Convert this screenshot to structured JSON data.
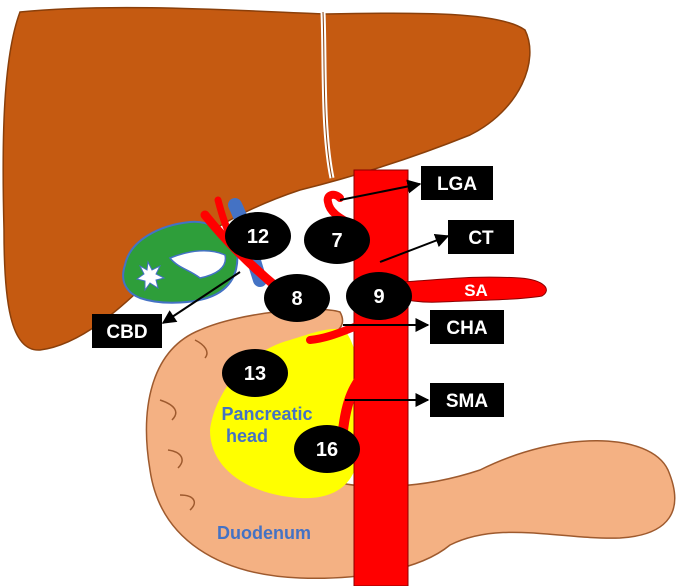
{
  "colors": {
    "liver": "#C55A11",
    "liver_stroke": "#8A3F0A",
    "pancreas": "#F4B183",
    "pancreas_stroke": "#9E5A2E",
    "pancreatic_head": "#FFFF00",
    "artery": "#FF0000",
    "artery_stroke": "#8B0000",
    "gallbladder": "#2E9E3A",
    "portal_vein": "#4472C4",
    "node": "#000000",
    "label_box": "#000000",
    "organ_text": "#4472C4"
  },
  "lymph_nodes": [
    {
      "id": "12",
      "label": "12"
    },
    {
      "id": "7",
      "label": "7"
    },
    {
      "id": "8",
      "label": "8"
    },
    {
      "id": "9",
      "label": "9"
    },
    {
      "id": "13",
      "label": "13"
    },
    {
      "id": "16",
      "label": "16"
    }
  ],
  "vessel_labels": {
    "lga": "LGA",
    "ct": "CT",
    "cha": "CHA",
    "sma": "SMA",
    "cbd": "CBD",
    "sa": "SA"
  },
  "organ_labels": {
    "pancreatic_head_line1": "Pancreatic",
    "pancreatic_head_line2": "head",
    "duodenum": "Duodenum"
  }
}
